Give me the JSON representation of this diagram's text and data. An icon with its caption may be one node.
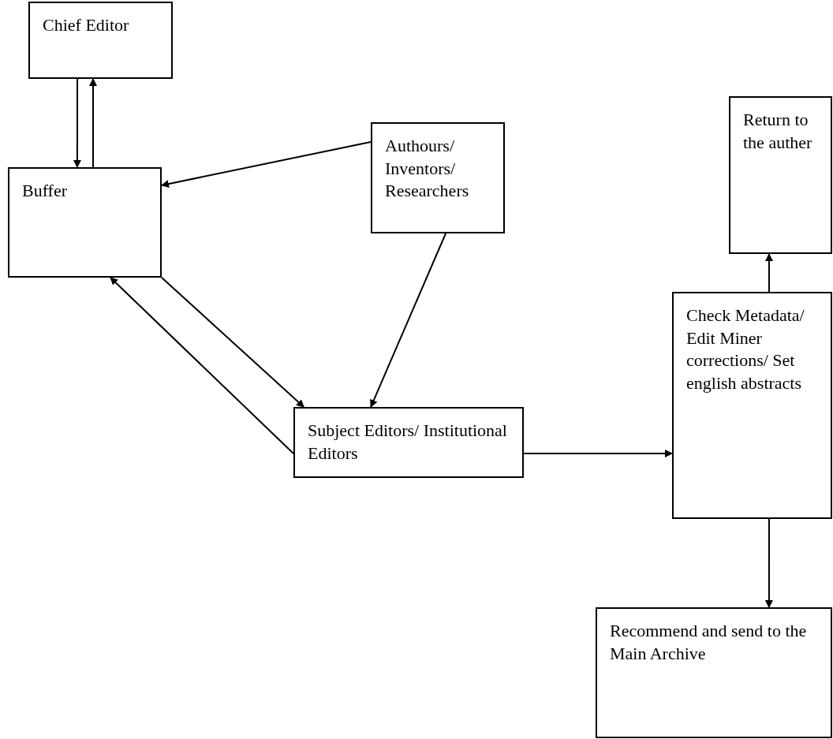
{
  "diagram": {
    "nodes": [
      {
        "text": [
          "Chief Editor"
        ]
      },
      {
        "text": [
          "Buffer"
        ]
      },
      {
        "text": [
          "Authours/ Inventors/ Researchers"
        ]
      },
      {
        "text": [
          "Subject Editors/ Institutional Editors"
        ]
      },
      {
        "text": [
          "Check Metadata/ Edit Miner corrections/ Set english abstracts"
        ]
      },
      {
        "text": [
          "Return to the auther"
        ]
      },
      {
        "text": [
          "Recommend and send to the Main Archive"
        ]
      }
    ],
    "edges": [
      {
        "from": 0,
        "to": 1,
        "arrow": "to"
      },
      {
        "from": 1,
        "to": 0,
        "arrow": "to"
      },
      {
        "from": 2,
        "to": 1,
        "arrow": "to"
      },
      {
        "from": 1,
        "to": 3,
        "arrow": "to"
      },
      {
        "from": 3,
        "to": 1,
        "arrow": "to"
      },
      {
        "from": 2,
        "to": 3,
        "arrow": "to"
      },
      {
        "from": 3,
        "to": 4,
        "arrow": "to"
      },
      {
        "from": 4,
        "to": 5,
        "arrow": "to"
      },
      {
        "from": 4,
        "to": 6,
        "arrow": "to"
      }
    ]
  }
}
